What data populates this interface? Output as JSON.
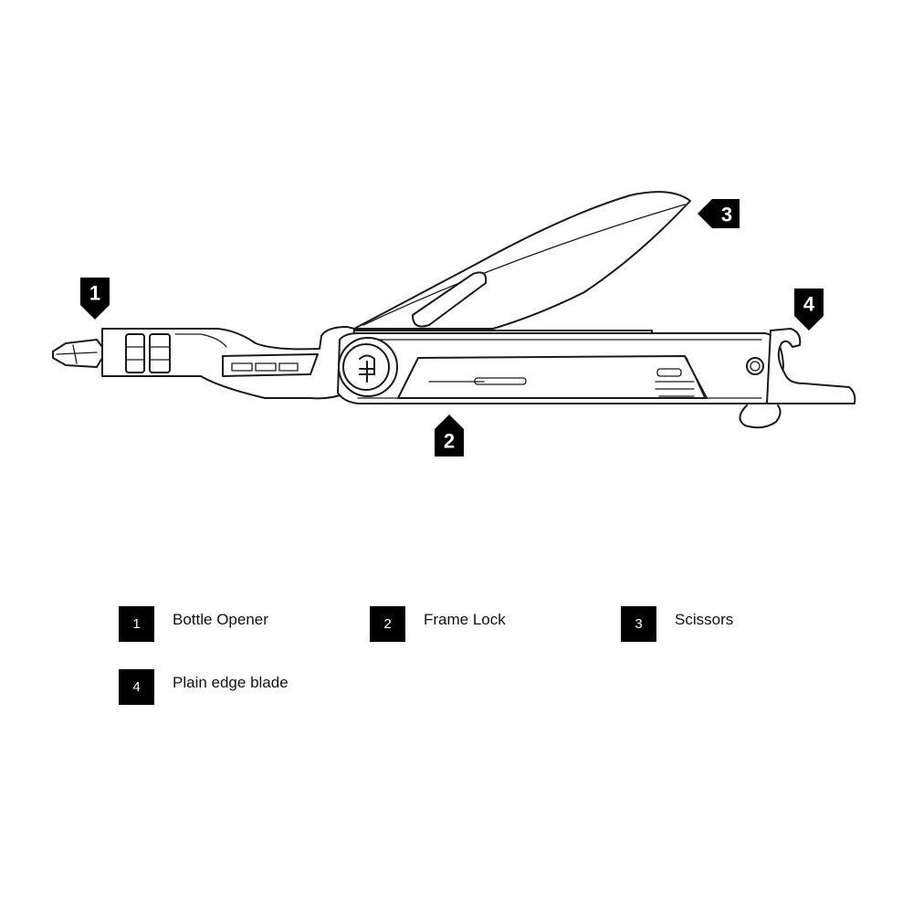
{
  "callouts": [
    {
      "number": "1"
    },
    {
      "number": "2"
    },
    {
      "number": "3"
    },
    {
      "number": "4"
    }
  ],
  "legend": [
    {
      "number": "1",
      "label": "Bottle Opener"
    },
    {
      "number": "2",
      "label": "Frame Lock"
    },
    {
      "number": "3",
      "label": "Scissors"
    },
    {
      "number": "4",
      "label": "Plain edge blade"
    }
  ],
  "colors": {
    "ink": "#1a1a1a",
    "badge": "#000000",
    "background": "#ffffff"
  },
  "icons": [
    "multitool-illustration",
    "brand-logo-icon"
  ]
}
